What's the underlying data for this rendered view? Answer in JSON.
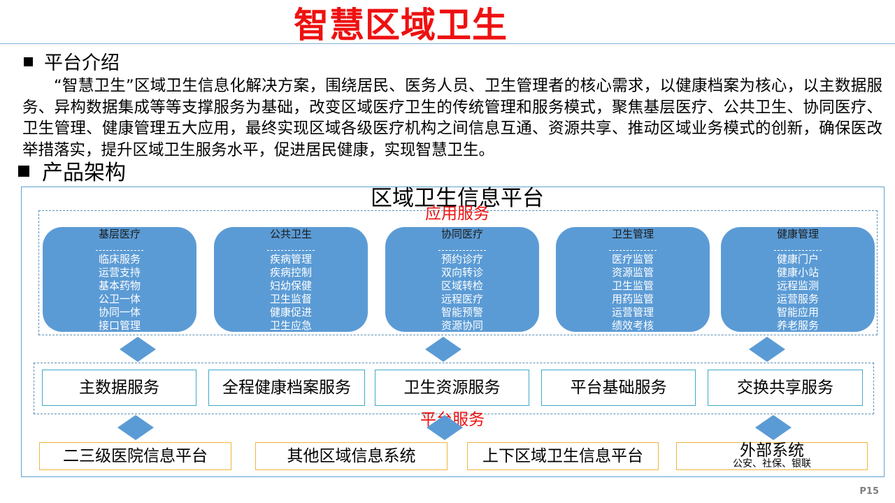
{
  "title": "智慧区域卫生",
  "intro": {
    "heading": "平台介绍",
    "text": "“智慧卫生”区域卫生信息化解决方案，围绕居民、医务人员、卫生管理者的核心需求，以健康档案为核心，以主数据服务、异构数据集成等等支撑服务为基础，改变区域医疗卫生的传统管理和服务模式，聚焦基层医疗、公共卫生、协同医疗、卫生管理、健康管理五大应用，最终实现区域各级医疗机构之间信息互通、资源共享、推动区域业务模式的创新，确保医改举措落实，提升区域卫生服务水平，促进居民健康，实现智慧卫生。"
  },
  "architecture": {
    "heading": "产品架构",
    "platform_title": "区域卫生信息平台",
    "app_label": "应用服务",
    "apps": [
      {
        "title": "基层医疗",
        "items": [
          "临床服务",
          "运营支持",
          "基本药物",
          "公卫一体",
          "协同一体",
          "接口管理"
        ]
      },
      {
        "title": "公共卫生",
        "items": [
          "疾病管理",
          "疾病控制",
          "妇幼保健",
          "卫生监督",
          "健康促进",
          "卫生应急"
        ]
      },
      {
        "title": "协同医疗",
        "items": [
          "预约诊疗",
          "双向转诊",
          "区域转检",
          "远程医疗",
          "智能预警",
          "资源协同"
        ]
      },
      {
        "title": "卫生管理",
        "items": [
          "医疗监管",
          "资源监管",
          "卫生监管",
          "用药监管",
          "运营管理",
          "绩效考核"
        ]
      },
      {
        "title": "健康管理",
        "items": [
          "健康门户",
          "健康小站",
          "远程监测",
          "运营服务",
          "智能应用",
          "养老服务"
        ]
      }
    ],
    "platform_label": "平台服务",
    "services": [
      "主数据服务",
      "全程健康档案服务",
      "卫生资源服务",
      "平台基础服务",
      "交换共享服务"
    ],
    "externals": [
      {
        "label": "二三级医院信息平台"
      },
      {
        "label": "其他区域信息系统"
      },
      {
        "label": "上下区域卫生信息平台"
      },
      {
        "label": "外部系统",
        "sub": "公安、社保、银联"
      }
    ]
  },
  "page_number": "P15",
  "colors": {
    "title_red": "#ee1111",
    "card_blue": "#5b9bd5",
    "service_border": "#40a9c8",
    "external_border": "#f0b43c"
  }
}
